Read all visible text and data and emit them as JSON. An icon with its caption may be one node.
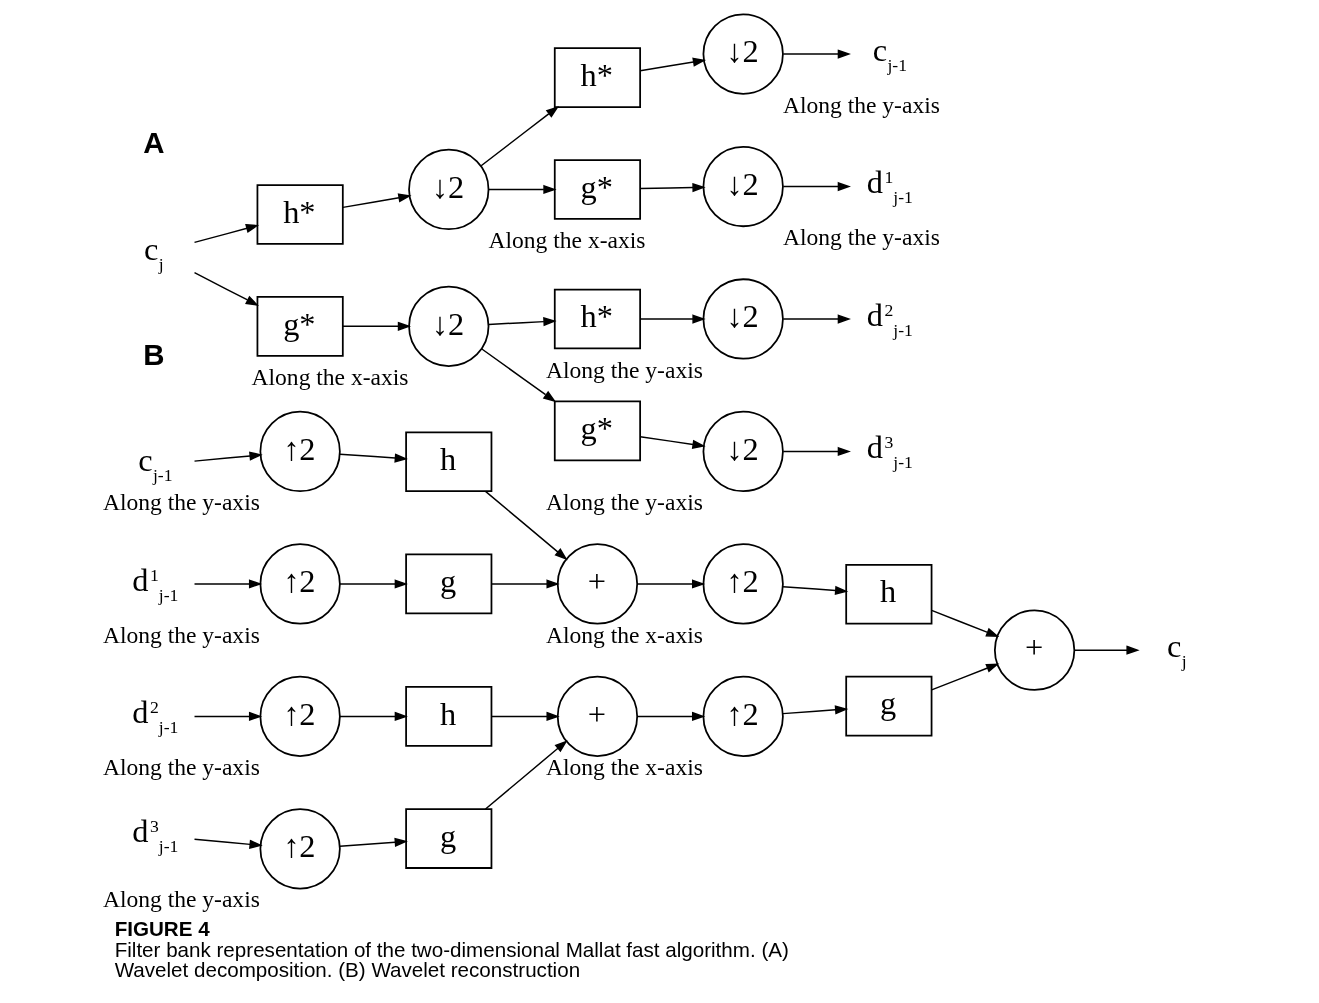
{
  "diagram": {
    "title": "FIGURE 4",
    "caption": "Filter bank representation of the two-dimensional Mallat fast algorithm. (A) Wavelet decomposition. (B) Wavelet reconstruction",
    "nodes": [
      {
        "text": [
          "c$_{j}$"
        ]
      },
      {
        "text": [
          "h*"
        ]
      },
      {
        "text": [
          "↓2"
        ],
        "beside": [
          "Along the x-axis"
        ]
      },
      {
        "text": [
          "g*"
        ]
      },
      {
        "text": [
          "↓2"
        ],
        "beside": [
          "Along the x-axis"
        ]
      },
      {
        "text": [
          "h*"
        ]
      },
      {
        "text": [
          "↓2"
        ],
        "beside": [
          "Along the y-axis"
        ]
      },
      {
        "text": [
          "c$_{j-1}$"
        ]
      },
      {
        "text": [
          "g*"
        ]
      },
      {
        "text": [
          "↓2"
        ],
        "beside": [
          "Along the y-axis"
        ]
      },
      {
        "text": [
          "d$^{1}$$_{j-1}$"
        ]
      },
      {
        "text": [
          "h*"
        ]
      },
      {
        "text": [
          "↓2"
        ],
        "beside": [
          "Along the y-axis"
        ]
      },
      {
        "text": [
          "d$^{2}$$_{j-1}$"
        ]
      },
      {
        "text": [
          "g*"
        ]
      },
      {
        "text": [
          "↓2"
        ],
        "beside": [
          "Along the y-axis"
        ]
      },
      {
        "text": [
          "d$^{3}$$_{j-1}$"
        ]
      },
      {
        "text": [
          "c$_{j-1}$"
        ]
      },
      {
        "text": [
          "↑2"
        ],
        "beside": [
          "Along the y-axis"
        ]
      },
      {
        "text": [
          "h"
        ]
      },
      {
        "text": [
          "d$^{1}$$_{j-1}$"
        ]
      },
      {
        "text": [
          "↑2"
        ],
        "beside": [
          "Along the y-axis"
        ]
      },
      {
        "text": [
          "g"
        ]
      },
      {
        "text": [
          "d$^{2}$$_{j-1}$"
        ]
      },
      {
        "text": [
          "↑2"
        ],
        "beside": [
          "Along the y-axis"
        ]
      },
      {
        "text": [
          "h"
        ]
      },
      {
        "text": [
          "d$^{3}$$_{j-1}$"
        ]
      },
      {
        "text": [
          "↑2"
        ],
        "beside": [
          "Along the y-axis"
        ]
      },
      {
        "text": [
          "g"
        ]
      },
      {
        "text": [
          "+"
        ]
      },
      {
        "text": [
          "↑2"
        ],
        "beside": [
          "Along the x-axis"
        ]
      },
      {
        "text": [
          "h"
        ]
      },
      {
        "text": [
          "+"
        ]
      },
      {
        "text": [
          "↑2"
        ],
        "beside": [
          "Along the x-axis"
        ]
      },
      {
        "text": [
          "g"
        ]
      },
      {
        "text": [
          "+"
        ]
      },
      {
        "text": [
          "c$_{j}$"
        ]
      }
    ],
    "edges": [
      {
        "from": 0,
        "to": 1,
        "arrow": "to"
      },
      {
        "from": 0,
        "to": 3,
        "arrow": "to"
      },
      {
        "from": 1,
        "to": 2,
        "arrow": "to"
      },
      {
        "from": 2,
        "to": 5,
        "arrow": "to"
      },
      {
        "from": 2,
        "to": 8,
        "arrow": "to"
      },
      {
        "from": 5,
        "to": 6,
        "arrow": "to"
      },
      {
        "from": 6,
        "to": 7,
        "arrow": "to"
      },
      {
        "from": 8,
        "to": 9,
        "arrow": "to"
      },
      {
        "from": 9,
        "to": 10,
        "arrow": "to"
      },
      {
        "from": 3,
        "to": 4,
        "arrow": "to"
      },
      {
        "from": 4,
        "to": 11,
        "arrow": "to"
      },
      {
        "from": 4,
        "to": 14,
        "arrow": "to"
      },
      {
        "from": 11,
        "to": 12,
        "arrow": "to"
      },
      {
        "from": 12,
        "to": 13,
        "arrow": "to"
      },
      {
        "from": 14,
        "to": 15,
        "arrow": "to"
      },
      {
        "from": 15,
        "to": 16,
        "arrow": "to"
      },
      {
        "from": 17,
        "to": 18,
        "arrow": "to"
      },
      {
        "from": 18,
        "to": 19,
        "arrow": "to"
      },
      {
        "from": 19,
        "to": 29,
        "arrow": "to"
      },
      {
        "from": 20,
        "to": 21,
        "arrow": "to"
      },
      {
        "from": 21,
        "to": 22,
        "arrow": "to"
      },
      {
        "from": 22,
        "to": 29,
        "arrow": "to"
      },
      {
        "from": 23,
        "to": 24,
        "arrow": "to"
      },
      {
        "from": 24,
        "to": 25,
        "arrow": "to"
      },
      {
        "from": 25,
        "to": 32,
        "arrow": "to"
      },
      {
        "from": 26,
        "to": 27,
        "arrow": "to"
      },
      {
        "from": 27,
        "to": 28,
        "arrow": "to"
      },
      {
        "from": 28,
        "to": 32,
        "arrow": "to"
      },
      {
        "from": 29,
        "to": 30,
        "arrow": "to"
      },
      {
        "from": 30,
        "to": 31,
        "arrow": "to"
      },
      {
        "from": 31,
        "to": 35,
        "arrow": "to"
      },
      {
        "from": 32,
        "to": 33,
        "arrow": "to"
      },
      {
        "from": 33,
        "to": 34,
        "arrow": "to"
      },
      {
        "from": 34,
        "to": 35,
        "arrow": "to"
      },
      {
        "from": 35,
        "to": 36,
        "arrow": "to"
      }
    ],
    "labels": [
      "A",
      "B"
    ]
  }
}
